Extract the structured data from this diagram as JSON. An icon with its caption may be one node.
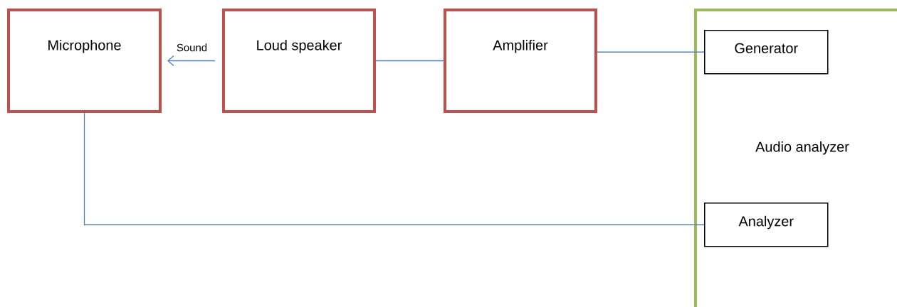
{
  "diagram": {
    "nodes": [
      {
        "text": [
          "Microphone"
        ]
      },
      {
        "text": [
          "Loud speaker"
        ]
      },
      {
        "text": [
          "Amplifier"
        ]
      },
      {
        "text": [
          "Audio analyzer"
        ]
      },
      {
        "text": [
          "Generator"
        ],
        "in": 3
      },
      {
        "text": [
          "Analyzer"
        ],
        "in": 3
      }
    ],
    "edges": [
      {
        "from": 1,
        "to": 0,
        "arrow": "to",
        "label": "Sound"
      },
      {
        "from": 1,
        "to": 2,
        "arrow": "none"
      },
      {
        "from": 2,
        "to": 4,
        "arrow": "none"
      },
      {
        "from": 0,
        "to": 5,
        "arrow": "none"
      }
    ]
  }
}
